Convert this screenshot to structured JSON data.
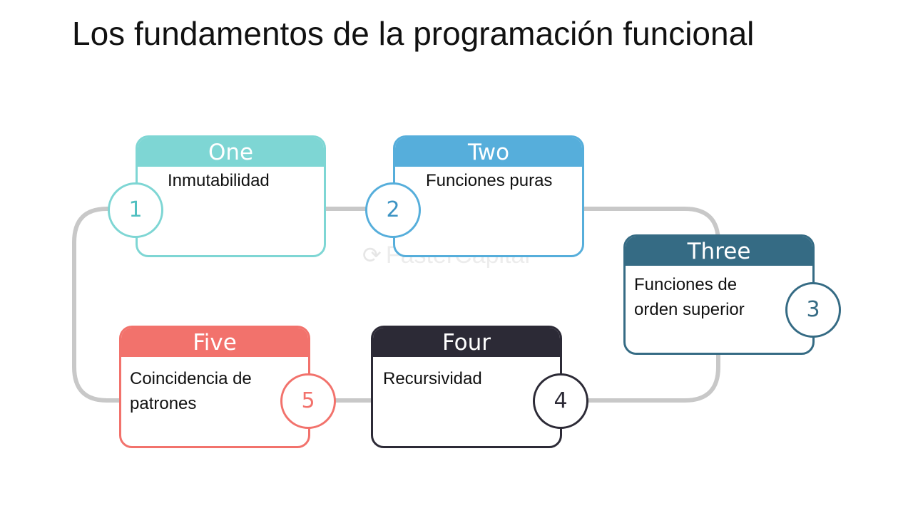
{
  "title": "Los fundamentos de la programación funcional",
  "watermark": "FasterCapital",
  "colors": {
    "connector": "#c8c8c8",
    "one": "#7ed6d4",
    "two": "#56aedb",
    "three": "#356b84",
    "four": "#2c2a36",
    "five": "#f2726c"
  },
  "steps": [
    {
      "heading": "One",
      "number": "1",
      "text": [
        "Inmutabilidad"
      ]
    },
    {
      "heading": "Two",
      "number": "2",
      "text": [
        "Funciones puras"
      ]
    },
    {
      "heading": "Three",
      "number": "3",
      "text": [
        "Funciones de",
        "orden superior"
      ]
    },
    {
      "heading": "Four",
      "number": "4",
      "text": [
        "Recursividad"
      ]
    },
    {
      "heading": "Five",
      "number": "5",
      "text": [
        "Coincidencia de",
        "patrones"
      ]
    }
  ]
}
